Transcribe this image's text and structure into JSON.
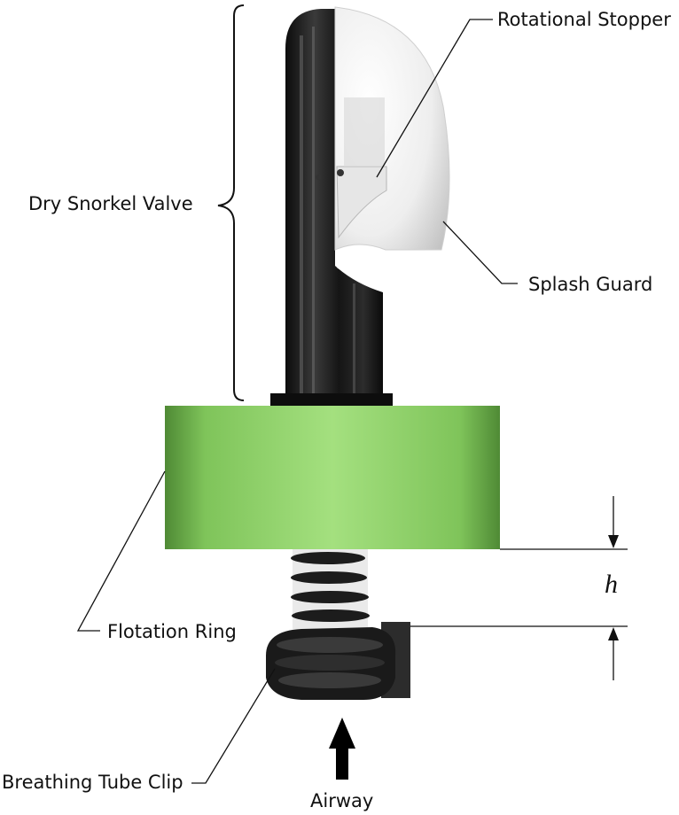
{
  "labels": {
    "rotational_stopper": "Rotational Stopper",
    "dry_snorkel_valve": "Dry Snorkel Valve",
    "splash_guard": "Splash Guard",
    "flotation_ring": "Flotation Ring",
    "breathing_tube_clip": "Breathing Tube Clip",
    "airway": "Airway",
    "height_symbol": "h"
  },
  "colors": {
    "flotation_ring": "#8fd46a",
    "tube": "#1a1a1a",
    "splash_guard": "#f2f2f2",
    "leader_line": "#111111"
  }
}
